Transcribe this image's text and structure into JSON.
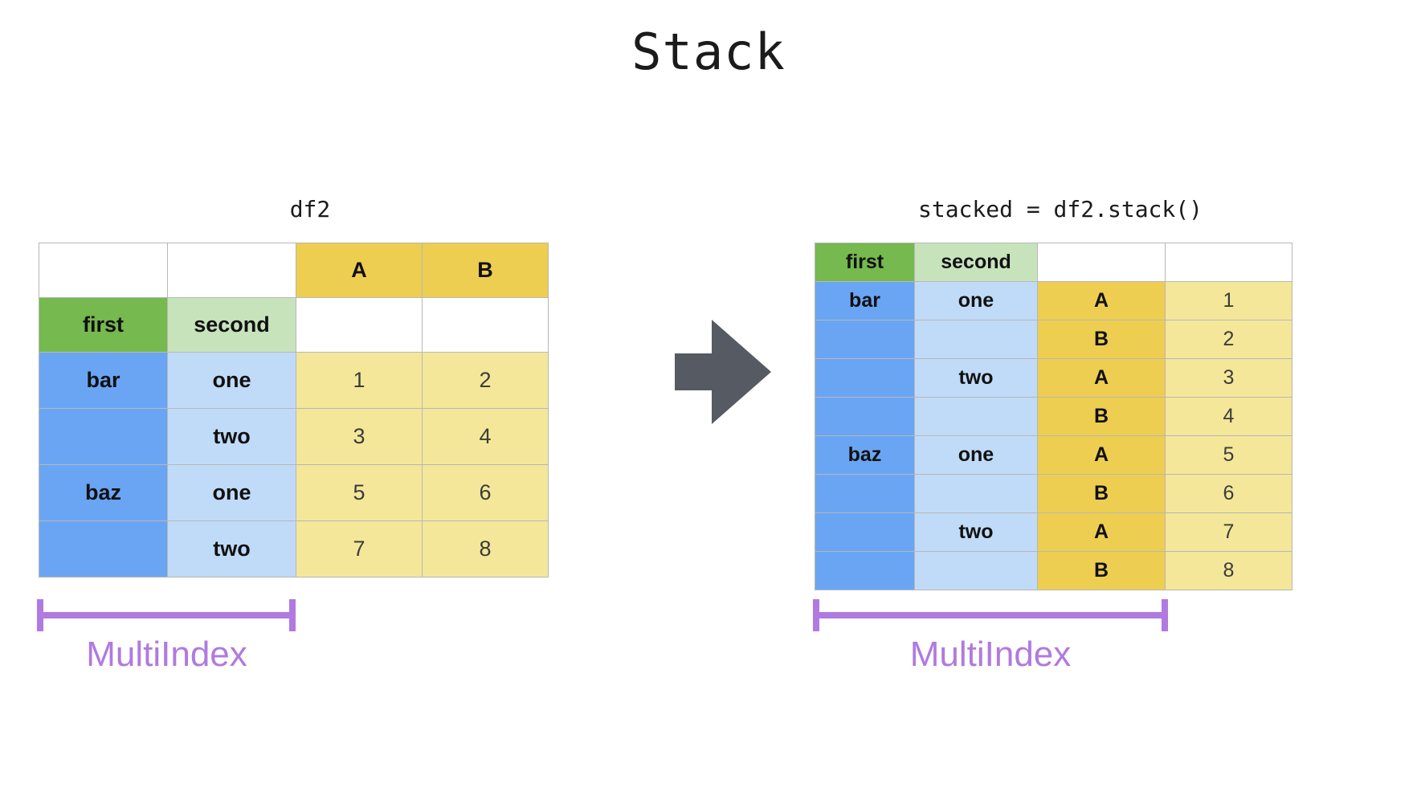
{
  "title": "Stack",
  "arrow": {
    "name": "right-arrow"
  },
  "left": {
    "caption": "df2",
    "column_headers": [
      "",
      "",
      "A",
      "B"
    ],
    "index_names": [
      "first",
      "second"
    ],
    "rows": [
      {
        "first": "bar",
        "second": "one",
        "A": "1",
        "B": "2"
      },
      {
        "first": "",
        "second": "two",
        "A": "3",
        "B": "4"
      },
      {
        "first": "baz",
        "second": "one",
        "A": "5",
        "B": "6"
      },
      {
        "first": "",
        "second": "two",
        "A": "7",
        "B": "8"
      }
    ],
    "multiindex_label": "MultiIndex"
  },
  "right": {
    "caption": "stacked = df2.stack()",
    "index_names": [
      "first",
      "second",
      "",
      ""
    ],
    "rows": [
      {
        "first": "bar",
        "second": "one",
        "level3": "A",
        "value": "1"
      },
      {
        "first": "",
        "second": "",
        "level3": "B",
        "value": "2"
      },
      {
        "first": "",
        "second": "two",
        "level3": "A",
        "value": "3"
      },
      {
        "first": "",
        "second": "",
        "level3": "B",
        "value": "4"
      },
      {
        "first": "baz",
        "second": "one",
        "level3": "A",
        "value": "5"
      },
      {
        "first": "",
        "second": "",
        "level3": "B",
        "value": "6"
      },
      {
        "first": "",
        "second": "two",
        "level3": "A",
        "value": "7"
      },
      {
        "first": "",
        "second": "",
        "level3": "B",
        "value": "8"
      }
    ],
    "multiindex_label": "MultiIndex"
  },
  "colors": {
    "index_name_level1": "#76b94e",
    "index_name_level2": "#c7e3bc",
    "index_level1": "#6aa5f4",
    "index_level2": "#c0dbf7",
    "column_header": "#eece50",
    "value_cell": "#f4e799",
    "arrow": "#555a63",
    "multiindex": "#b07ae0",
    "grid_line": "#b7b7b7"
  }
}
